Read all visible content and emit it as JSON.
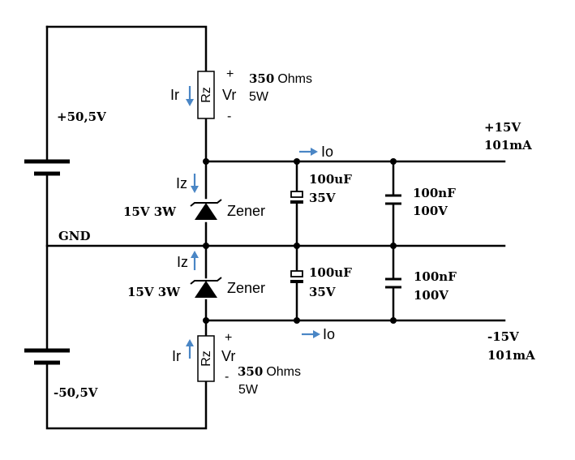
{
  "supply": {
    "positive_voltage": "+50,5V",
    "negative_voltage": "-50,5V",
    "ground": "GND"
  },
  "top_resistor": {
    "name": "Rz",
    "current": "Ir",
    "voltage": "Vr",
    "plus": "+",
    "minus": "-",
    "resistance": "350",
    "resistance_unit": "Ohms",
    "power": "5W"
  },
  "bottom_resistor": {
    "name": "Rz",
    "current": "Ir",
    "voltage": "Vr",
    "plus": "+",
    "minus": "-",
    "resistance": "350",
    "resistance_unit": "Ohms",
    "power": "5W"
  },
  "top_zener": {
    "current": "Iz",
    "rating": "15V 3W",
    "label": "Zener"
  },
  "bottom_zener": {
    "current": "Iz",
    "rating": "15V 3W",
    "label": "Zener"
  },
  "top_electrolytic": {
    "capacitance": "100uF",
    "voltage": "35V"
  },
  "bottom_electrolytic": {
    "capacitance": "100uF",
    "voltage": "35V"
  },
  "top_ceramic": {
    "capacitance": "100nF",
    "voltage": "100V"
  },
  "bottom_ceramic": {
    "capacitance": "100nF",
    "voltage": "100V"
  },
  "top_output": {
    "current": "Io",
    "voltage": "+15V",
    "load": "101mA"
  },
  "bottom_output": {
    "current": "Io",
    "voltage": "-15V",
    "load": "101mA"
  }
}
